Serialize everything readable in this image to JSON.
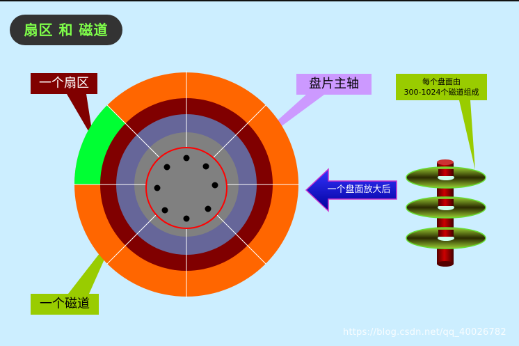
{
  "title": "扇区 和 磁道",
  "labels": {
    "sector": "一个扇区",
    "spindle": "盘片主轴",
    "track": "一个磁道",
    "platters_line1": "每个盘面由",
    "platters_line2": "300-1024个磁道组成",
    "enlarge": "一个盘面放大后"
  },
  "watermark": "https://blog.csdn.net/qq_40026782",
  "colors": {
    "background": "#cceeff",
    "outer_ring": "#ff6600",
    "sector_highlight": "#00ff33",
    "track_ring": "#800000",
    "inner_ring": "#666699",
    "hub": "#808080",
    "spindle_outline": "#ff0000",
    "arrow": "#0000cc",
    "callout_green": "#99cc00",
    "callout_purple": "#cc99ff"
  },
  "icons": [
    "disk-platter-diagram",
    "disk-stack-icon",
    "left-arrow-icon"
  ]
}
